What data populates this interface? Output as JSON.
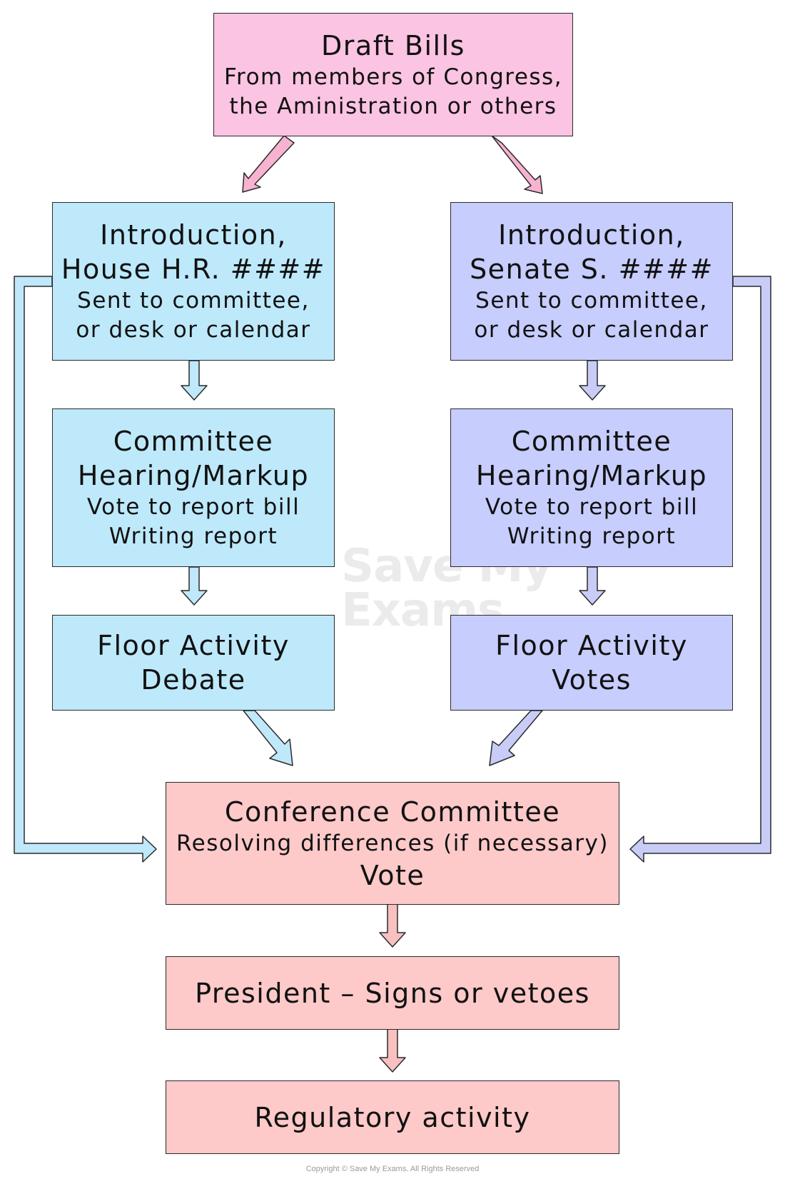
{
  "colors": {
    "pink": "#fbc4e2",
    "house": "#bde9fb",
    "senate": "#c7cdfc",
    "salmon": "#fdc9c9",
    "pink_arrow": "#f7b3d1",
    "house_arrow": "#bfe8fa",
    "senate_arrow": "#c8ccf7",
    "salmon_arrow": "#f9c0c0",
    "border": "#2a2a2a"
  },
  "draft": {
    "title": "Draft Bills",
    "line1": "From members of Congress,",
    "line2": "the Aministration or others"
  },
  "house": {
    "intro": {
      "title1": "Introduction,",
      "title2": "House H.R. ####",
      "sub1": "Sent to committee,",
      "sub2": "or desk or calendar"
    },
    "committee": {
      "title1": "Committee",
      "title2": "Hearing/Markup",
      "sub1": "Vote to report bill",
      "sub2": "Writing report"
    },
    "floor": {
      "title1": "Floor Activity",
      "title2": "Debate"
    }
  },
  "senate": {
    "intro": {
      "title1": "Introduction,",
      "title2": "Senate S. ####",
      "sub1": "Sent to committee,",
      "sub2": "or desk or calendar"
    },
    "committee": {
      "title1": "Committee",
      "title2": "Hearing/Markup",
      "sub1": "Vote to report bill",
      "sub2": "Writing report"
    },
    "floor": {
      "title1": "Floor Activity",
      "title2": "Votes"
    }
  },
  "conference": {
    "title": "Conference Committee",
    "sub": "Resolving differences (if necessary)",
    "vote": "Vote"
  },
  "president": {
    "title": "President – Signs or vetoes"
  },
  "regulatory": {
    "title": "Regulatory activity"
  },
  "watermark": {
    "line1": "Save My",
    "line2": "Exams"
  },
  "copyright": "Copyright © Save My Exams. All Rights Reserved"
}
